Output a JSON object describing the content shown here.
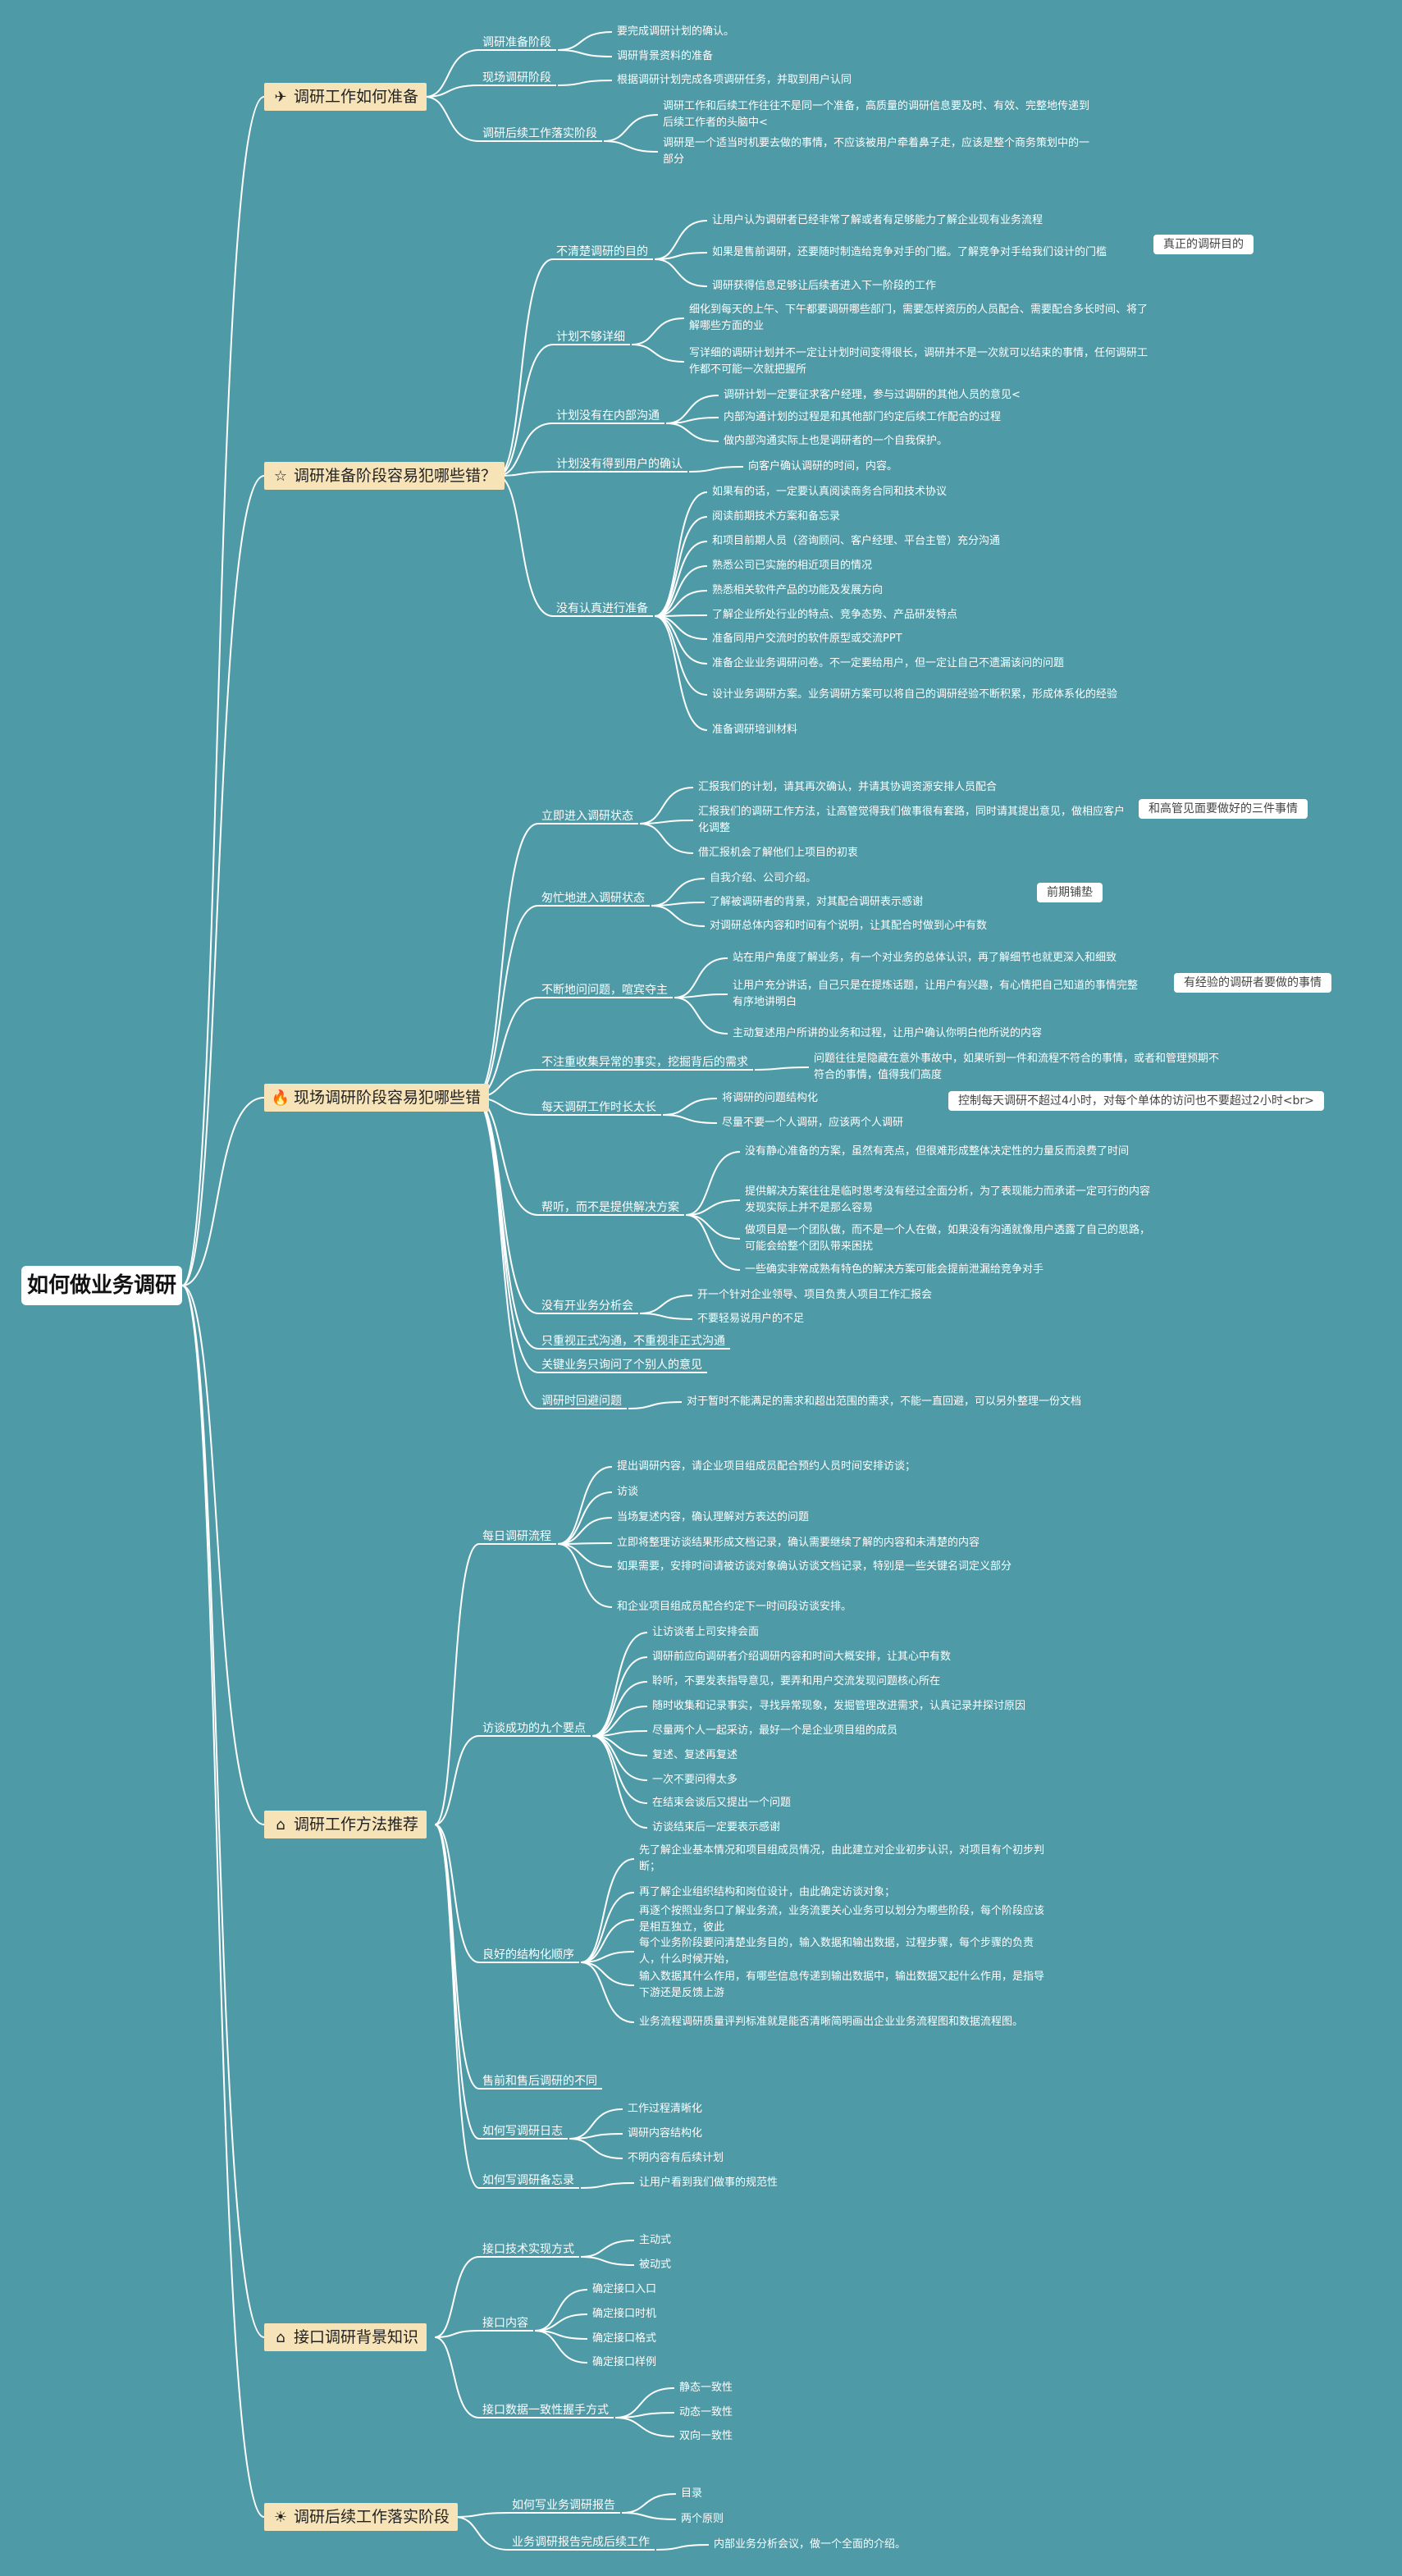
{
  "root": "如何做业务调研",
  "branches": [
    {
      "label": "调研工作如何准备",
      "icon": "paper-plane-icon",
      "glyph": "✈",
      "subs": [
        {
          "label": "调研准备阶段",
          "leaves": [
            "要完成调研计划的确认。",
            "调研背景资料的准备"
          ]
        },
        {
          "label": "现场调研阶段",
          "leaves": [
            "根据调研计划完成各项调研任务，并取到用户认同"
          ]
        },
        {
          "label": "调研后续工作落实阶段",
          "leaves": [
            "调研工作和后续工作往往不是同一个准备，高质量的调研信息要及时、有效、完整地传递到后续工作者的头脑中<",
            "调研是一个适当时机要去做的事情，不应该被用户牵着鼻子走，应该是整个商务策划中的一部分"
          ]
        }
      ]
    },
    {
      "label": "调研准备阶段容易犯哪些错？",
      "icon": "star-icon",
      "glyph": "☆",
      "subs": [
        {
          "label": "不清楚调研的目的",
          "leaves": [
            "让用户认为调研者已经非常了解或者有足够能力了解企业现有业务流程",
            "如果是售前调研，还要随时制造给竞争对手的门槛。了解竞争对手给我们设计的门槛",
            "调研获得信息足够让后续者进入下一阶段的工作"
          ]
        },
        {
          "label": "计划不够详细",
          "leaves": [
            "细化到每天的上午、下午都要调研哪些部门，需要怎样资历的人员配合、需要配合多长时间、将了解哪些方面的业",
            "写详细的调研计划并不一定让计划时间变得很长，调研并不是一次就可以结束的事情，任何调研工作都不可能一次就把握所"
          ]
        },
        {
          "label": "计划没有在内部沟通",
          "leaves": [
            "调研计划一定要征求客户经理，参与过调研的其他人员的意见<",
            "内部沟通计划的过程是和其他部门约定后续工作配合的过程",
            "做内部沟通实际上也是调研者的一个自我保护。"
          ]
        },
        {
          "label": "计划没有得到用户的确认",
          "leaves": [
            "向客户确认调研的时间，内容。"
          ]
        },
        {
          "label": "没有认真进行准备",
          "leaves": [
            "如果有的话，一定要认真阅读商务合同和技术协议",
            "阅读前期技术方案和备忘录",
            "和项目前期人员（咨询顾问、客户经理、平台主管）充分沟通",
            "熟悉公司已实施的相近项目的情况",
            "熟悉相关软件产品的功能及发展方向",
            "了解企业所处行业的特点、竞争态势、产品研发特点",
            "准备同用户交流时的软件原型或交流PPT",
            "准备企业业务调研问卷。不一定要给用户，但一定让自己不遗漏该问的问题",
            "设计业务调研方案。业务调研方案可以将自己的调研经验不断积累，形成体系化的经验",
            "准备调研培训材料"
          ]
        }
      ],
      "tags": [
        "真正的调研目的"
      ]
    },
    {
      "label": "现场调研阶段容易犯哪些错",
      "icon": "fire-icon",
      "glyph": "🔥",
      "subs": [
        {
          "label": "立即进入调研状态",
          "leaves": [
            "汇报我们的计划，请其再次确认，并请其协调资源安排人员配合",
            "汇报我们的调研工作方法，让高管觉得我们做事很有套路，同时请其提出意见，做相应客户化调整",
            "借汇报机会了解他们上项目的初衷"
          ]
        },
        {
          "label": "匆忙地进入调研状态",
          "leaves": [
            "自我介绍、公司介绍。",
            "了解被调研者的背景，对其配合调研表示感谢",
            "对调研总体内容和时间有个说明，让其配合时做到心中有数"
          ]
        },
        {
          "label": "不断地问问题，喧宾夺主",
          "leaves": [
            "站在用户角度了解业务，有一个对业务的总体认识，再了解细节也就更深入和细致",
            "让用户充分讲话，自己只是在提炼话题，让用户有兴趣，有心情把自己知道的事情完整有序地讲明白",
            "主动复述用户所讲的业务和过程，让用户确认你明白他所说的内容"
          ]
        },
        {
          "label": "不注重收集异常的事实，挖掘背后的需求",
          "leaves": [
            "问题往往是隐藏在意外事故中，如果听到一件和流程不符合的事情，或者和管理预期不符合的事情，值得我们高度"
          ]
        },
        {
          "label": "每天调研工作时长太长",
          "leaves": [
            "将调研的问题结构化",
            "尽量不要一个人调研，应该两个人调研"
          ]
        },
        {
          "label": "帮听，而不是提供解决方案",
          "leaves": [
            "没有静心准备的方案，虽然有亮点，但很难形成整体决定性的力量反而浪费了时间",
            "提供解决方案往往是临时思考没有经过全面分析，为了表现能力而承诺一定可行的内容发现实际上并不是那么容易",
            "做项目是一个团队做，而不是一个人在做，如果没有沟通就像用户透露了自己的思路，可能会给整个团队带来困扰",
            "一些确实非常成熟有特色的解决方案可能会提前泄漏给竞争对手"
          ]
        },
        {
          "label": "没有开业务分析会",
          "leaves": [
            "开一个针对企业领导、项目负责人项目工作汇报会",
            "不要轻易说用户的不足"
          ]
        },
        {
          "label": "只重视正式沟通，不重视非正式沟通",
          "leaves": []
        },
        {
          "label": "关键业务只询问了个别人的意见",
          "leaves": []
        },
        {
          "label": "调研时回避问题",
          "leaves": [
            "对于暂时不能满足的需求和超出范围的需求，不能一直回避，可以另外整理一份文档"
          ]
        }
      ],
      "tags": [
        "和高管见面要做好的三件事情",
        "前期铺垫",
        "有经验的调研者要做的事情",
        "控制每天调研不超过4小时，对每个单体的访问也不要超过2小时<br>"
      ]
    },
    {
      "label": "调研工作方法推荐",
      "icon": "home-icon",
      "glyph": "⌂",
      "subs": [
        {
          "label": "每日调研流程",
          "leaves": [
            "提出调研内容，请企业项目组成员配合预约人员时间安排访谈；",
            "访谈",
            "当场复述内容，确认理解对方表达的问题",
            "立即将整理访谈结果形成文档记录，确认需要继续了解的内容和未清楚的内容",
            "如果需要，安排时间请被访谈对象确认访谈文档记录，特别是一些关键名词定义部分",
            "和企业项目组成员配合约定下一时间段访谈安排。"
          ]
        },
        {
          "label": "访谈成功的九个要点",
          "leaves": [
            "让访谈者上司安排会面",
            "调研前应向调研者介绍调研内容和时间大概安排，让其心中有数",
            "聆听，不要发表指导意见，要弄和用户交流发现问题核心所在",
            "随时收集和记录事实，寻找异常现象，发掘管理改进需求，认真记录并探讨原因",
            "尽量两个人一起采访，最好一个是企业项目组的成员",
            "复述、复述再复述",
            "一次不要问得太多",
            "在结束会谈后又提出一个问题",
            "访谈结束后一定要表示感谢"
          ]
        },
        {
          "label": "良好的结构化顺序",
          "leaves": [
            "先了解企业基本情况和项目组成员情况，由此建立对企业初步认识，对项目有个初步判断；",
            "再了解企业组织结构和岗位设计，由此确定访谈对象；",
            "再逐个按照业务口了解业务流，业务流要关心业务可以划分为哪些阶段，每个阶段应该是相互独立，彼此",
            "每个业务阶段要问清楚业务目的，输入数据和输出数据，过程步骤，每个步骤的负责人，什么时候开始，",
            "输入数据其什么作用，有哪些信息传递到输出数据中，输出数据又起什么作用，是指导下游还是反馈上游",
            "业务流程调研质量评判标准就是能否清晰简明画出企业业务流程图和数据流程图。"
          ]
        },
        {
          "label": "售前和售后调研的不同",
          "leaves": []
        },
        {
          "label": "如何写调研日志",
          "leaves": [
            "工作过程清晰化",
            "调研内容结构化",
            "不明内容有后续计划"
          ]
        },
        {
          "label": "如何写调研备忘录",
          "leaves": [
            "让用户看到我们做事的规范性"
          ]
        }
      ]
    },
    {
      "label": "接口调研背景知识",
      "icon": "home-icon",
      "glyph": "⌂",
      "subs": [
        {
          "label": "接口技术实现方式",
          "leaves": [
            "主动式",
            "被动式"
          ]
        },
        {
          "label": "接口内容",
          "leaves": [
            "确定接口入口",
            "确定接口时机",
            "确定接口格式",
            "确定接口样例"
          ]
        },
        {
          "label": "接口数据一致性握手方式",
          "leaves": [
            "静态一致性",
            "动态一致性",
            "双向一致性"
          ]
        }
      ]
    },
    {
      "label": "调研后续工作落实阶段",
      "icon": "sun-icon",
      "glyph": "☀",
      "subs": [
        {
          "label": "如何写业务调研报告",
          "leaves": [
            "目录",
            "两个原则"
          ]
        },
        {
          "label": "业务调研报告完成后续工作",
          "leaves": [
            "内部业务分析会议，做一个全面的介绍。"
          ]
        }
      ]
    }
  ]
}
